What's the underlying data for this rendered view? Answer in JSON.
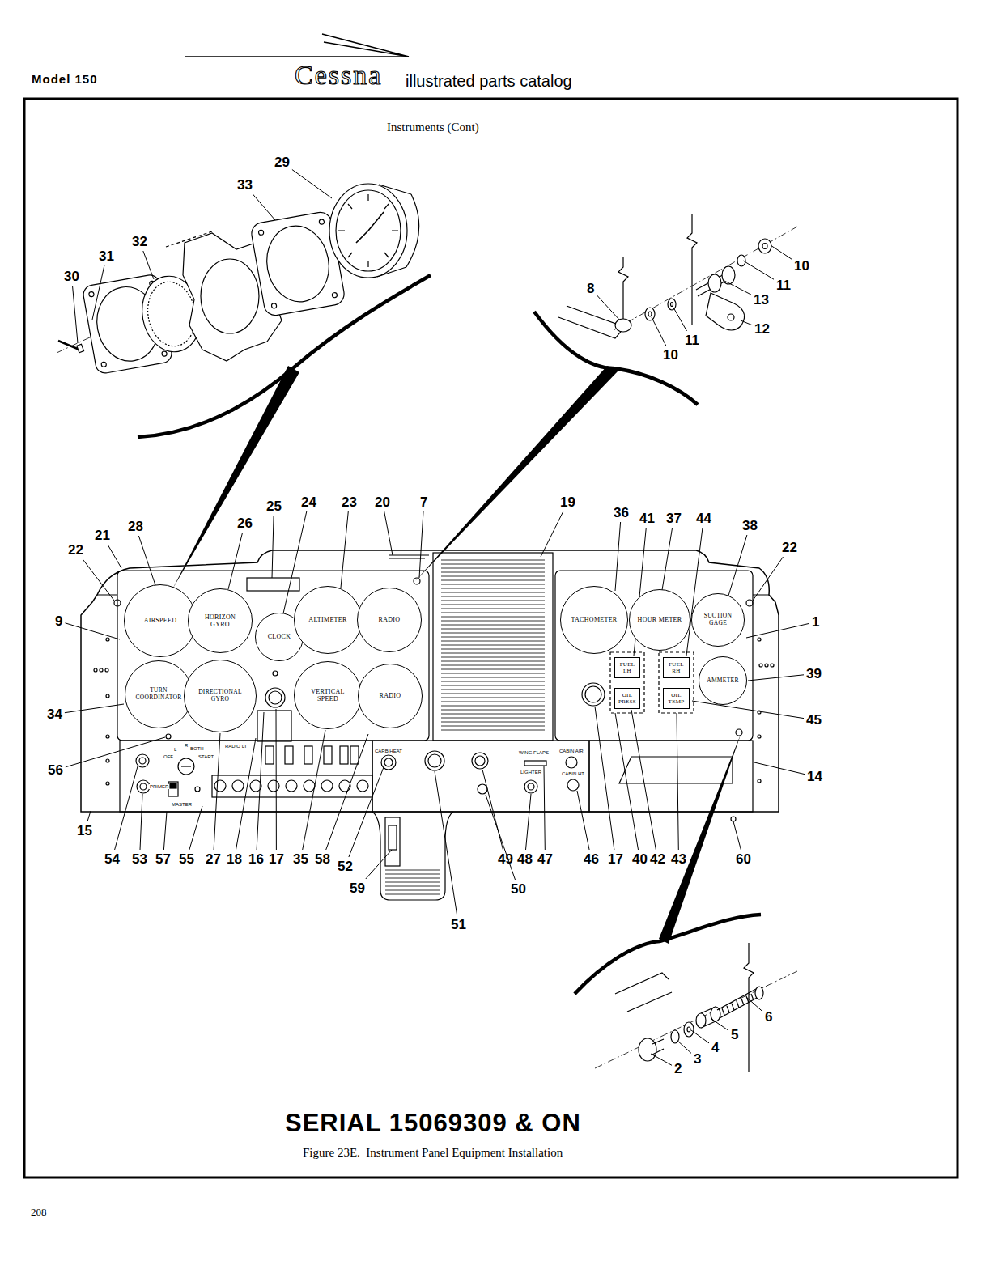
{
  "diagram": {
    "title": "Instruments (Cont)",
    "caption": "Figure 23E.  Instrument Panel Equipment Installation",
    "nodes": [
      {
        "text": [
          "AIRSPEED"
        ]
      },
      {
        "text": [
          "HORIZON GYRO"
        ]
      },
      {
        "text": [
          "CLOCK"
        ]
      },
      {
        "text": [
          "ALTIMETER"
        ]
      },
      {
        "text": [
          "RADIO"
        ]
      },
      {
        "text": [
          "TACHOMETER"
        ]
      },
      {
        "text": [
          "HOUR METER"
        ]
      },
      {
        "text": [
          "SUCTION GAGE"
        ]
      },
      {
        "text": [
          "TURN COORDINATOR"
        ]
      },
      {
        "text": [
          "DIRECTIONAL GYRO"
        ]
      },
      {
        "text": [
          "VERTICAL SPEED"
        ]
      },
      {
        "text": [
          "RADIO"
        ]
      },
      {
        "text": [
          "FUEL LH"
        ]
      },
      {
        "text": [
          "FUEL RH"
        ]
      },
      {
        "text": [
          "AMMETER"
        ]
      },
      {
        "text": [
          "OIL PRESS"
        ]
      },
      {
        "text": [
          "OIL TEMP"
        ]
      }
    ],
    "labels": [
      "Model 150",
      "Cessna",
      "illustrated parts catalog",
      "SERIAL 15069309 & ON",
      "208",
      "29",
      "33",
      "32",
      "31",
      "30",
      "8",
      "10",
      "11",
      "13",
      "12",
      "11",
      "10",
      "25",
      "24",
      "23",
      "20",
      "7",
      "19",
      "36",
      "41",
      "37",
      "44",
      "38",
      "28",
      "26",
      "21",
      "22",
      "22",
      "9",
      "1",
      "39",
      "34",
      "45",
      "56",
      "14",
      "15",
      "54",
      "53",
      "57",
      "55",
      "27",
      "18",
      "16",
      "17",
      "35",
      "58",
      "52",
      "59",
      "50",
      "51",
      "49",
      "48",
      "47",
      "46",
      "17",
      "40",
      "42",
      "43",
      "60",
      "6",
      "5",
      "4",
      "3",
      "2",
      "PRIMER",
      "OFF",
      "L",
      "R",
      "BOTH",
      "START",
      "MASTER",
      "RADIO LT",
      "CARB HEAT",
      "WING FLAPS",
      "LIGHTER",
      "CABIN AIR",
      "CABIN HT"
    ]
  }
}
